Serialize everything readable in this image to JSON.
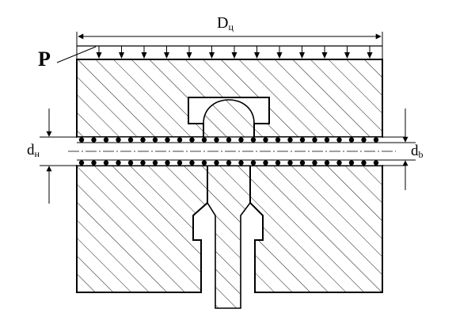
{
  "labels": {
    "diameter": "D",
    "diameter_sub": "ц",
    "pressure": "P",
    "outer_dia": "d",
    "outer_dia_sub": "н",
    "inner_dia": "d",
    "inner_dia_sub": "b"
  },
  "colors": {
    "line": "#000000",
    "background": "#ffffff"
  }
}
